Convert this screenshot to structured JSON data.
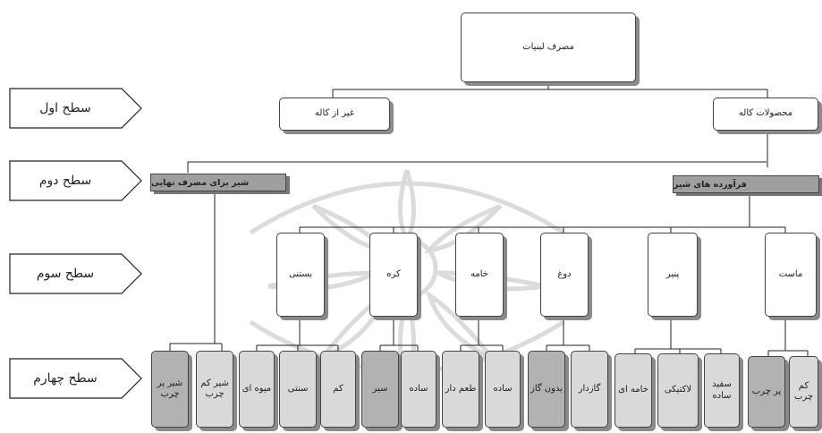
{
  "levels": [
    {
      "id": "l1",
      "label": "سطح اول"
    },
    {
      "id": "l2",
      "label": "سطح دوم"
    },
    {
      "id": "l3",
      "label": "سطح سوم"
    },
    {
      "id": "l4",
      "label": "سطح چهارم"
    }
  ],
  "root": "مصرف لبنیات",
  "level1": {
    "right": "محصولات کاله",
    "left": "غیر از کاله"
  },
  "level2": {
    "right": "فرآورده های شیر",
    "left": "شیر برای مصرف نهایی"
  },
  "level3": [
    "ماست",
    "پنیر",
    "دوغ",
    "خامه",
    "کره",
    "بستنی"
  ],
  "level4": {
    "milk": [
      "شیر پر چرب",
      "شیر کم چرب"
    ],
    "bastani": [
      "میوه ای",
      "سنتی",
      "کم"
    ],
    "kare": [
      "سیر",
      "ساده"
    ],
    "khame": [
      "طعم دار",
      "ساده"
    ],
    "dough": [
      "بدون گاز",
      "گازدار"
    ],
    "panir": [
      "خامه ای",
      "لاکتیکی",
      "سفید ساده"
    ],
    "mast": [
      "پر چرب",
      "کم چرب"
    ]
  }
}
